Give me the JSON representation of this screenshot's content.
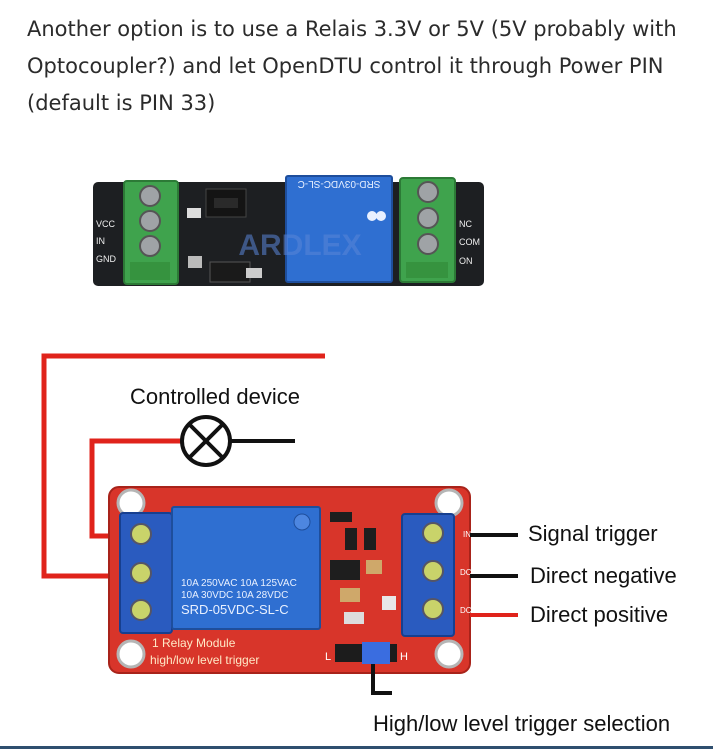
{
  "post": {
    "text": "Another option is to use a Relais 3.3V or 5V (5V probably with Optocoupler?) and let OpenDTU control it through Power PIN (default is PIN 33)"
  },
  "top_board": {
    "left_pins": [
      "VCC",
      "IN",
      "GND"
    ],
    "right_pins": [
      "NC",
      "COM",
      "ON"
    ],
    "relay_label": "SRD-03VDC-SL-C",
    "watermark": "ARDLEX"
  },
  "diagram": {
    "controlled_device_label": "Controlled device",
    "signal_trigger_label": "Signal trigger",
    "direct_negative_label": "Direct negative",
    "direct_positive_label": "Direct positive",
    "trigger_selection_label": "High/low level trigger selection",
    "relay_lines": [
      "10A 250VAC  10A 125VAC",
      "10A  30VDC  10A  28VDC",
      "SRD-05VDC-SL-C"
    ],
    "module_lines": [
      "1 Relay  Module",
      "high/low level trigger"
    ],
    "jumper_marks": [
      "L",
      "H"
    ],
    "pin_marks": [
      "IN",
      "DC-",
      "DC+"
    ]
  },
  "colors": {
    "wire_red": "#e0231b",
    "board_red": "#d8352a",
    "board_black": "#1d1f22",
    "terminal_green": "#3fa34d",
    "terminal_blue": "#2a5bbf",
    "relay_blue": "#2f6fd1"
  }
}
